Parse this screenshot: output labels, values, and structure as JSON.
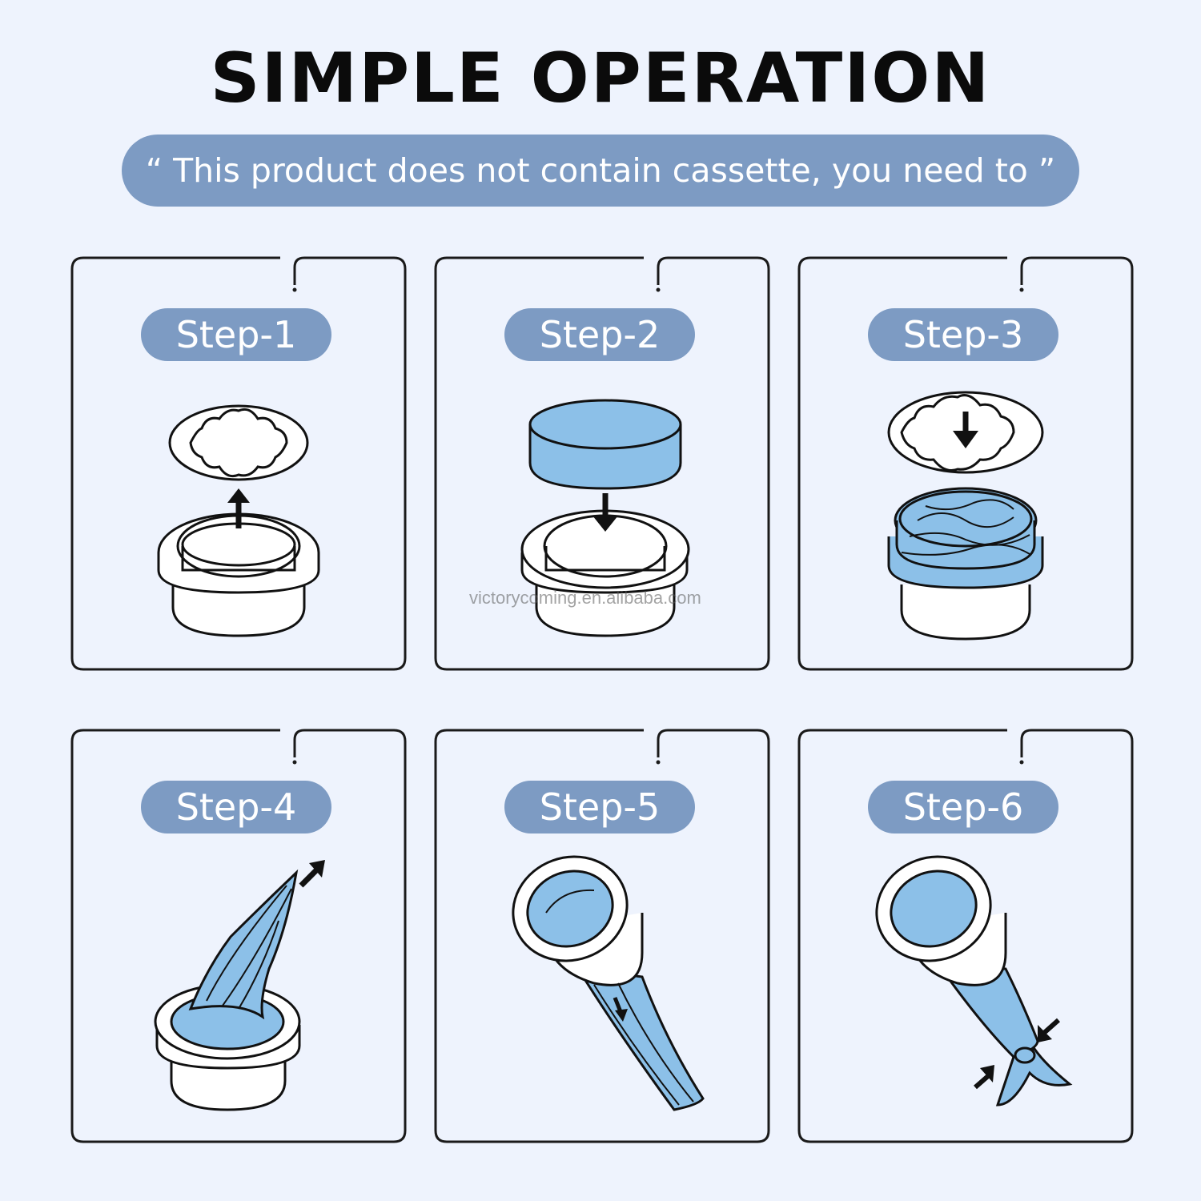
{
  "title": "SIMPLE OPERATION",
  "banner": "“ This product does not contain cassette, you need to ”",
  "steps": [
    {
      "label": "Step-1"
    },
    {
      "label": "Step-2"
    },
    {
      "label": "Step-3"
    },
    {
      "label": "Step-4"
    },
    {
      "label": "Step-5"
    },
    {
      "label": "Step-6"
    }
  ],
  "watermark": "victorycoming.en.alibaba.com",
  "colors": {
    "background": "#eef3fd",
    "accent": "#7d9bc3",
    "film_blue": "#8cc0e8",
    "outline": "#111111"
  }
}
